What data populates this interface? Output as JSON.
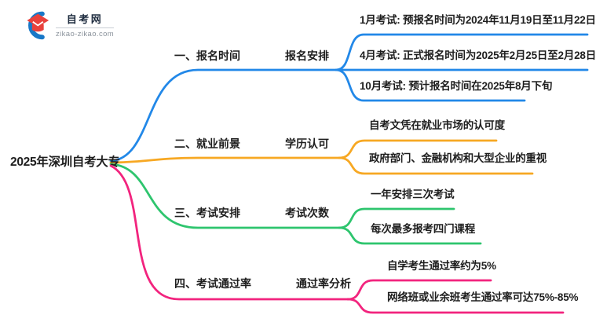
{
  "logo": {
    "site_name": "自考网",
    "site_domain": "zikao-zikao.com",
    "cap_color": "#E8413C",
    "swoosh_color": "#1878C8"
  },
  "root": {
    "label": "2025年深圳自考大专",
    "text_color": "#1E1E1E"
  },
  "branches": [
    {
      "label": "一、报名时间",
      "sublabel": "报名安排",
      "color": "#2288E8",
      "leaves": [
        "1月考试: 预报名时间为2024年11月19日至11月22日",
        "4月考试: 正式报名时间为2025年2月25日至2月28日",
        "10月考试: 预计报名时间在2025年8月下旬"
      ]
    },
    {
      "label": "二、就业前景",
      "sublabel": "学历认可",
      "color": "#F7A823",
      "leaves": [
        "自考文凭在就业市场的认可度",
        "政府部门、金融机构和大型企业的重视"
      ]
    },
    {
      "label": "三、考试安排",
      "sublabel": "考试次数",
      "color": "#2EC56E",
      "leaves": [
        "一年安排三次考试",
        "每次最多报考四门课程"
      ]
    },
    {
      "label": "四、考试通过率",
      "sublabel": "通过率分析",
      "color": "#F2247E",
      "leaves": [
        "自学考生通过率约为5%",
        "网络班或业余班考生通过率可达75%-85%"
      ]
    }
  ]
}
